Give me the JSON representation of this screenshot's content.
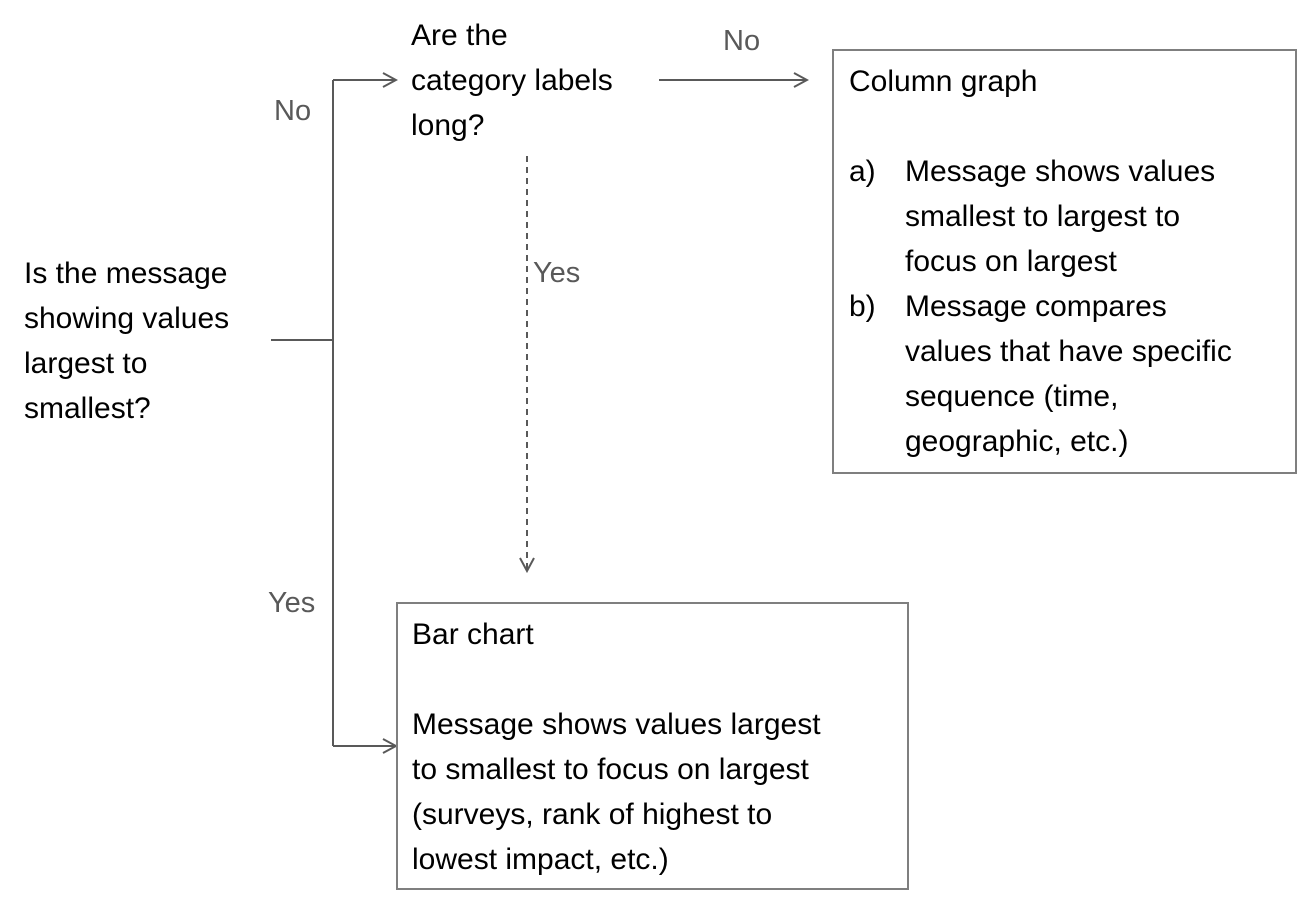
{
  "question_main": {
    "lines": [
      "Is the message",
      "showing values",
      "largest to",
      "smallest?"
    ]
  },
  "question_labels": {
    "lines": [
      "Are the",
      "category labels",
      "long?"
    ]
  },
  "edges": {
    "main_no": "No",
    "main_yes": "Yes",
    "labels_no": "No",
    "labels_yes": "Yes"
  },
  "column_graph_box": {
    "title": "Column graph",
    "items": [
      {
        "marker": "a)",
        "lines": [
          "Message shows values",
          "smallest to largest to",
          "focus on largest"
        ]
      },
      {
        "marker": "b)",
        "lines": [
          "Message compares",
          "values that have specific",
          "sequence (time,",
          "geographic, etc.)"
        ]
      }
    ]
  },
  "bar_chart_box": {
    "title": "Bar chart",
    "lines": [
      "Message shows values largest",
      "to smallest to focus on largest",
      "(surveys, rank of highest to",
      "lowest impact, etc.)"
    ]
  },
  "colors": {
    "connector": "#595959",
    "box_border": "#7f7f7f",
    "edge_label": "#595959",
    "text": "#000000"
  }
}
